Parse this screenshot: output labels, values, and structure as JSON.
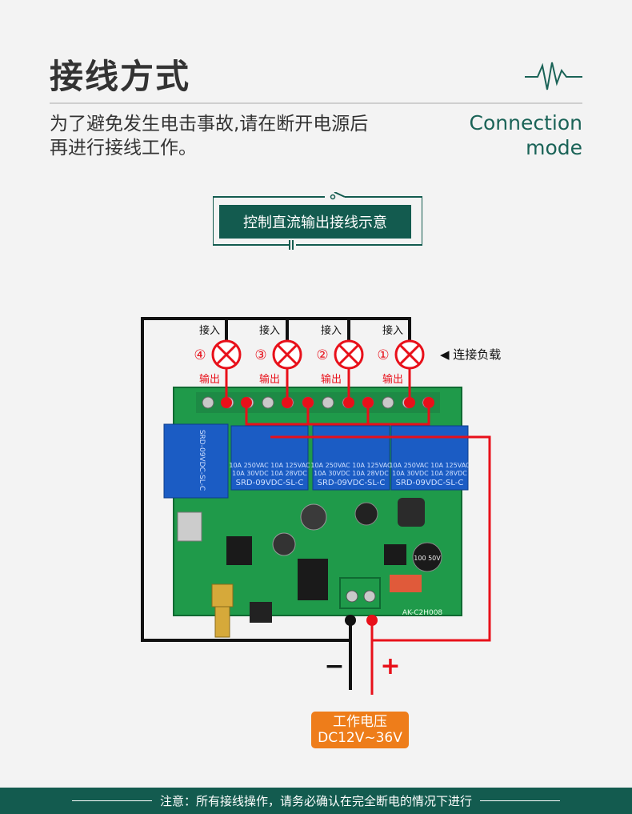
{
  "header": {
    "title": "接线方式",
    "english_title_line1": "Connection",
    "english_title_line2": "mode",
    "description_line1": "为了避免发生电击事故,请在断开电源后",
    "description_line2": "再进行接线工作。"
  },
  "banner": {
    "label": "控制直流输出接线示意"
  },
  "diagram": {
    "loads": [
      {
        "number": "④",
        "input_label": "接入",
        "output_label": "输出"
      },
      {
        "number": "③",
        "input_label": "接入",
        "output_label": "输出"
      },
      {
        "number": "②",
        "input_label": "接入",
        "output_label": "输出"
      },
      {
        "number": "①",
        "input_label": "接入",
        "output_label": "输出"
      }
    ],
    "load_note": "◀ 连接负载",
    "relay_text": {
      "line1": "10A 250VAC  10A 125VAC",
      "line2": "10A  30VDC  10A  28VDC",
      "model": "SRD-09VDC-SL-C"
    },
    "board_label": "AK-C2H008",
    "capacitor_label": "100 50V",
    "minus_label": "−",
    "plus_label": "+",
    "voltage_title": "工作电压",
    "voltage_range": "DC12V~36V"
  },
  "footer": {
    "note": "注意：所有接线操作，请务必确认在完全断电的情况下进行"
  },
  "colors": {
    "brand": "#135b4f",
    "accent": "#ee7d1a",
    "wire_red": "#e8101a",
    "pcb": "#1f9a4a"
  }
}
